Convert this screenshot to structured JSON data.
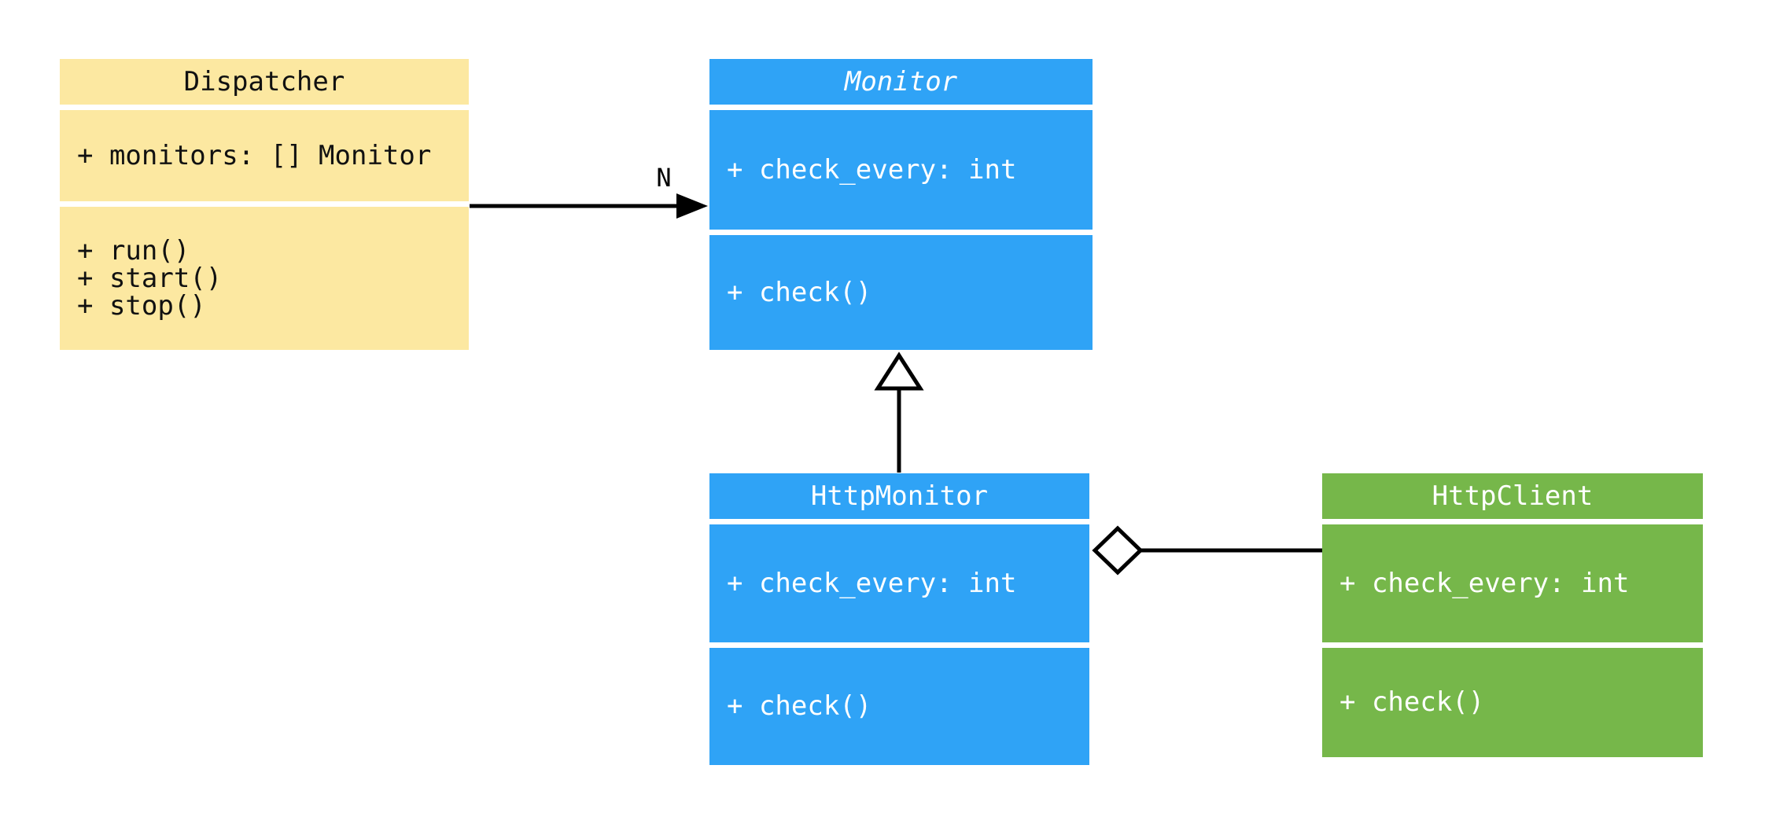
{
  "colors": {
    "background": "#FFFFFF",
    "line": "#000000",
    "class_yellow": "#FCE8A1",
    "class_blue": "#2FA3F6",
    "class_green": "#76B74A",
    "text_dark": "#111111",
    "text_light": "#FFFFFF"
  },
  "classes": [
    {
      "name": "Dispatcher",
      "abstract": false,
      "fill": "#FCE8A1",
      "text_color": "#111111",
      "attributes": [
        "+ monitors: [] Monitor"
      ],
      "methods": [
        "+ run()",
        "+ start()",
        "+ stop()"
      ]
    },
    {
      "name": "Monitor",
      "abstract": true,
      "fill": "#2FA3F6",
      "text_color": "#FFFFFF",
      "attributes": [
        "+ check_every: int"
      ],
      "methods": [
        "+ check()"
      ]
    },
    {
      "name": "HttpMonitor",
      "abstract": false,
      "fill": "#2FA3F6",
      "text_color": "#FFFFFF",
      "attributes": [
        "+ check_every: int"
      ],
      "methods": [
        "+ check()"
      ]
    },
    {
      "name": "HttpClient",
      "abstract": false,
      "fill": "#76B74A",
      "text_color": "#FFFFFF",
      "attributes": [
        "+ check_every: int"
      ],
      "methods": [
        "+ check()"
      ]
    }
  ],
  "relations": {
    "association": {
      "type": "directed-association",
      "from": "Dispatcher",
      "to": "Monitor",
      "label": "N"
    },
    "generalization": {
      "type": "inheritance",
      "from": "HttpMonitor",
      "to": "Monitor"
    },
    "aggregation": {
      "type": "aggregation",
      "from": "HttpMonitor",
      "to": "HttpClient"
    }
  }
}
